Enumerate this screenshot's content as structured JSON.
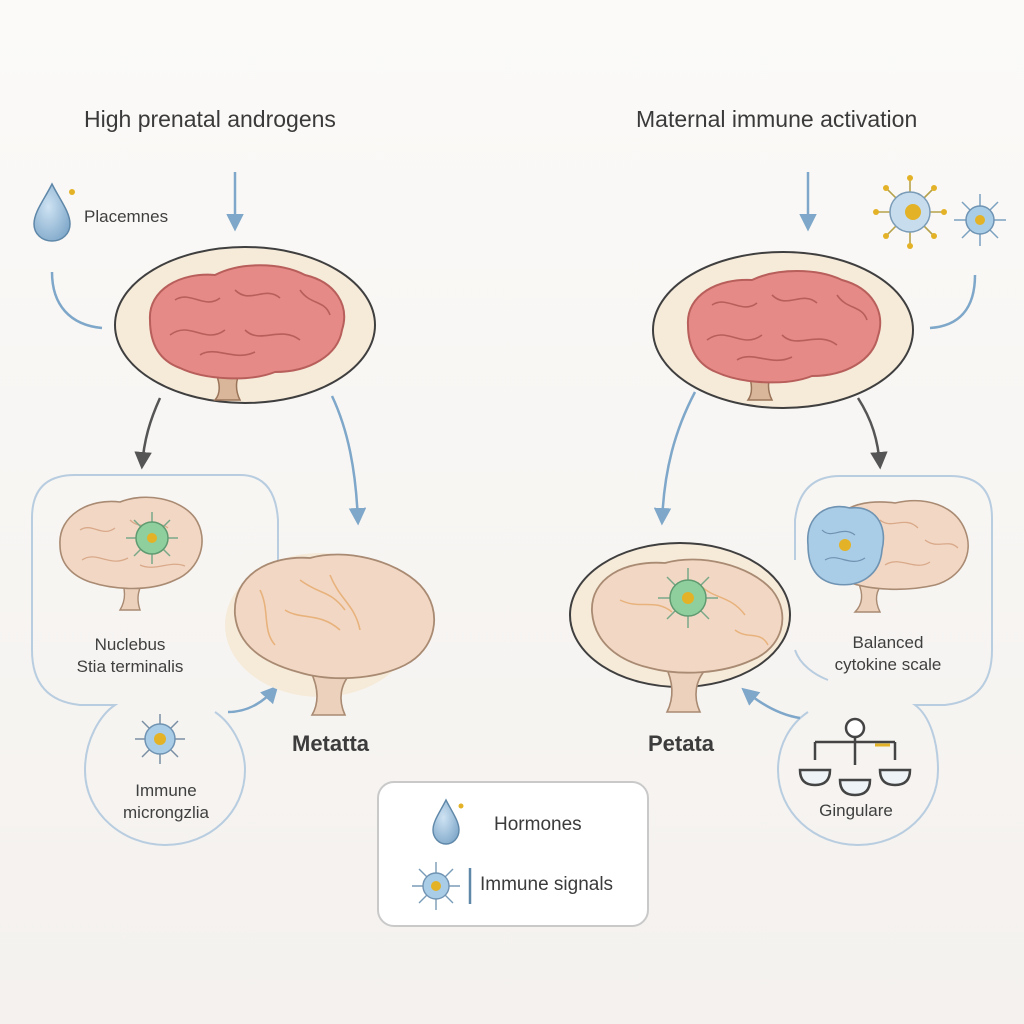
{
  "titles": {
    "left": "High prenatal androgens",
    "right": "Maternal immune activation"
  },
  "left": {
    "hormone_label": "Placemnes",
    "nucleus_line1": "Nuclebus",
    "nucleus_line2": "Stia terminalis",
    "microglia_line1": "Immune",
    "microglia_line2": "microngzlia",
    "outcome": "Metatta"
  },
  "right": {
    "cytokine_line1": "Balanced",
    "cytokine_line2": "cytokine scale",
    "cingulate": "Gingulare",
    "outcome": "Petata"
  },
  "legend": {
    "hormones": "Hormones",
    "immune": "Immune signals"
  },
  "colors": {
    "brain_red": "#e58a86",
    "brain_beige": "#f2d8c4",
    "oval_fill": "#f6ead9",
    "blue_arrow": "#7ea7c9",
    "dark_arrow": "#555555",
    "virus_green": "#8fcf9e",
    "virus_blue": "#a9cde6",
    "panel_border": "#b8cde0"
  }
}
